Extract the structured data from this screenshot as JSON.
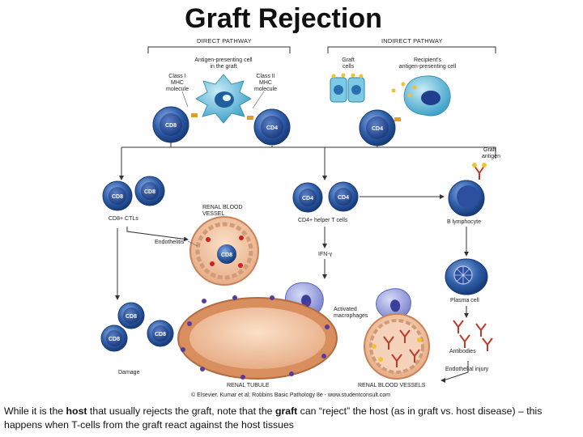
{
  "title": "Graft Rejection",
  "direct_pathway": "DIRECT PATHWAY",
  "indirect_pathway": "INDIRECT PATHWAY",
  "labels": {
    "apc_donor": [
      "Antigen-presenting cell",
      "in the graft"
    ],
    "class1": [
      "Class I",
      "MHC",
      "molecule"
    ],
    "class2": [
      "Class II",
      "MHC",
      "molecule"
    ],
    "graft_cells": [
      "Graft",
      "cells"
    ],
    "recipient_apc": [
      "Recipient's",
      "antigen-presenting cell"
    ],
    "graft_antigen": [
      "Graft",
      "antigen"
    ],
    "ctls": "CD8+ CTLs",
    "renal_vessel": [
      "RENAL BLOOD",
      "VESSEL"
    ],
    "endothelitis": "Endothelitis",
    "helper": "CD4+ helper T cells",
    "b_lymph": "B lymphocyte",
    "ifn": "IFN-γ",
    "plasma": "Plasma cell",
    "macrophages": [
      "Activated",
      "macrophages"
    ],
    "antibodies": "Antibodies",
    "damage": "Damage",
    "endothelial": "Endothelial injury",
    "tubule": "RENAL TUBULE",
    "vessels": "RENAL BLOOD VESSELS",
    "copyright": "© Elsevier. Kumar et al: Robbins Basic Pathology 8e - www.studentconsult.com",
    "cd8": "CD8",
    "cd4": "CD4"
  },
  "caption": {
    "p1": "While it is the ",
    "b1": "host",
    "p2": " that usually rejects the graft, note that the ",
    "b2": "graft",
    "p3": " can “reject” the host (as in graft vs. host disease) – this happens when T-cells from the graft react against the host tissues"
  },
  "colors": {
    "tcell": "#2f5ea8",
    "apc": "#5fb7d4",
    "macrophage": "#8e96d8",
    "tissue": "#f1c7a6",
    "antibody": "#c0392b",
    "antigen": "#f2c230"
  }
}
